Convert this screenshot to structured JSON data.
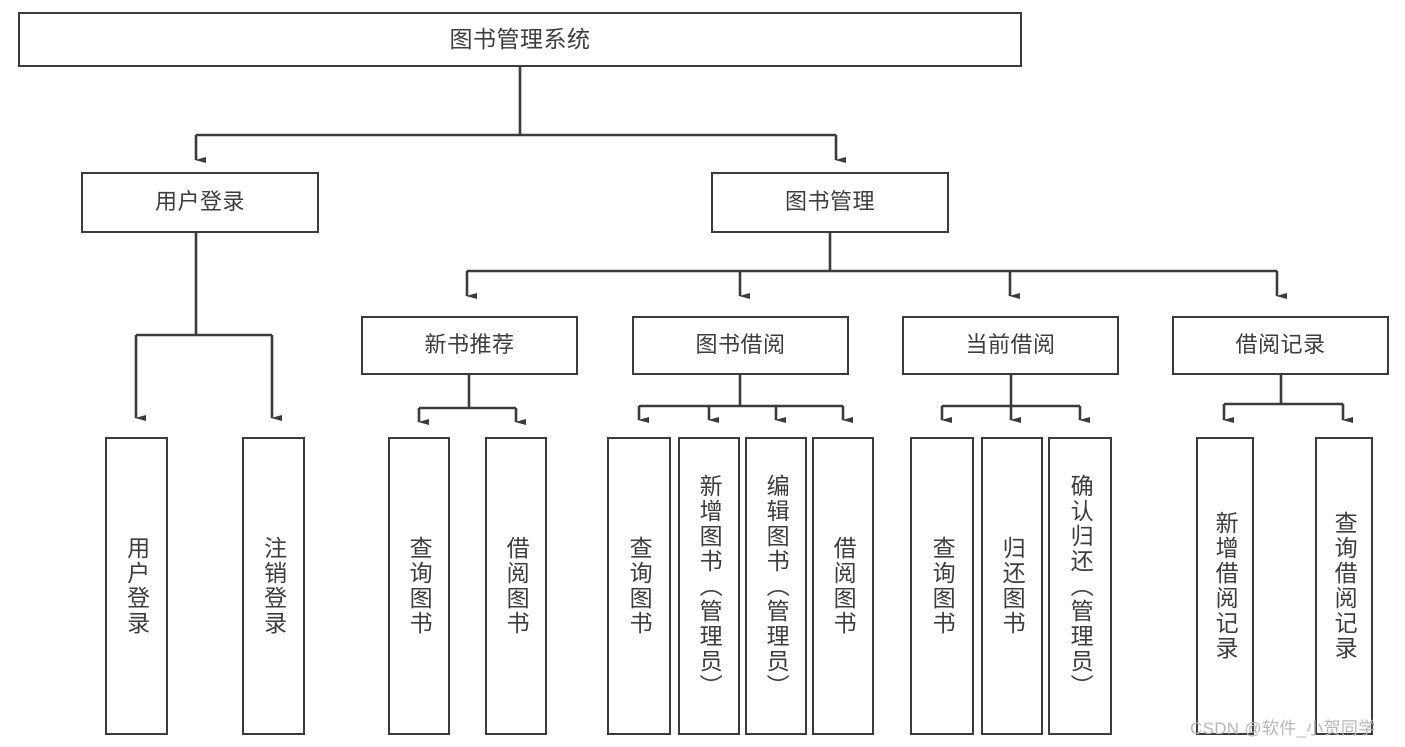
{
  "diagram": {
    "title": "图书管理系统",
    "stroke_color": "#3b3b3b",
    "text_color": "#3d3d3d",
    "background": "#ffffff",
    "root": {
      "label": "图书管理系统"
    },
    "level1": [
      {
        "label": "用户登录"
      },
      {
        "label": "图书管理"
      }
    ],
    "level2": [
      {
        "label": "新书推荐"
      },
      {
        "label": "图书借阅"
      },
      {
        "label": "当前借阅"
      },
      {
        "label": "借阅记录"
      }
    ],
    "leaves": {
      "user_login": [
        {
          "label": "用户登录"
        },
        {
          "label": "注销登录"
        }
      ],
      "new_book_recommend": [
        {
          "label": "查询图书"
        },
        {
          "label": "借阅图书"
        }
      ],
      "book_borrow": [
        {
          "label": "查询图书"
        },
        {
          "label": "新增图书（管理员）"
        },
        {
          "label": "编辑图书（管理员）"
        },
        {
          "label": "借阅图书"
        }
      ],
      "current_borrow": [
        {
          "label": "查询图书"
        },
        {
          "label": "归还图书"
        },
        {
          "label": "确认归还（管理员）"
        }
      ],
      "borrow_record": [
        {
          "label": "新增借阅记录"
        },
        {
          "label": "查询借阅记录"
        }
      ]
    }
  },
  "watermark": {
    "text": "CSDN @软件_小贺同学",
    "color": "#b8b8b8"
  }
}
